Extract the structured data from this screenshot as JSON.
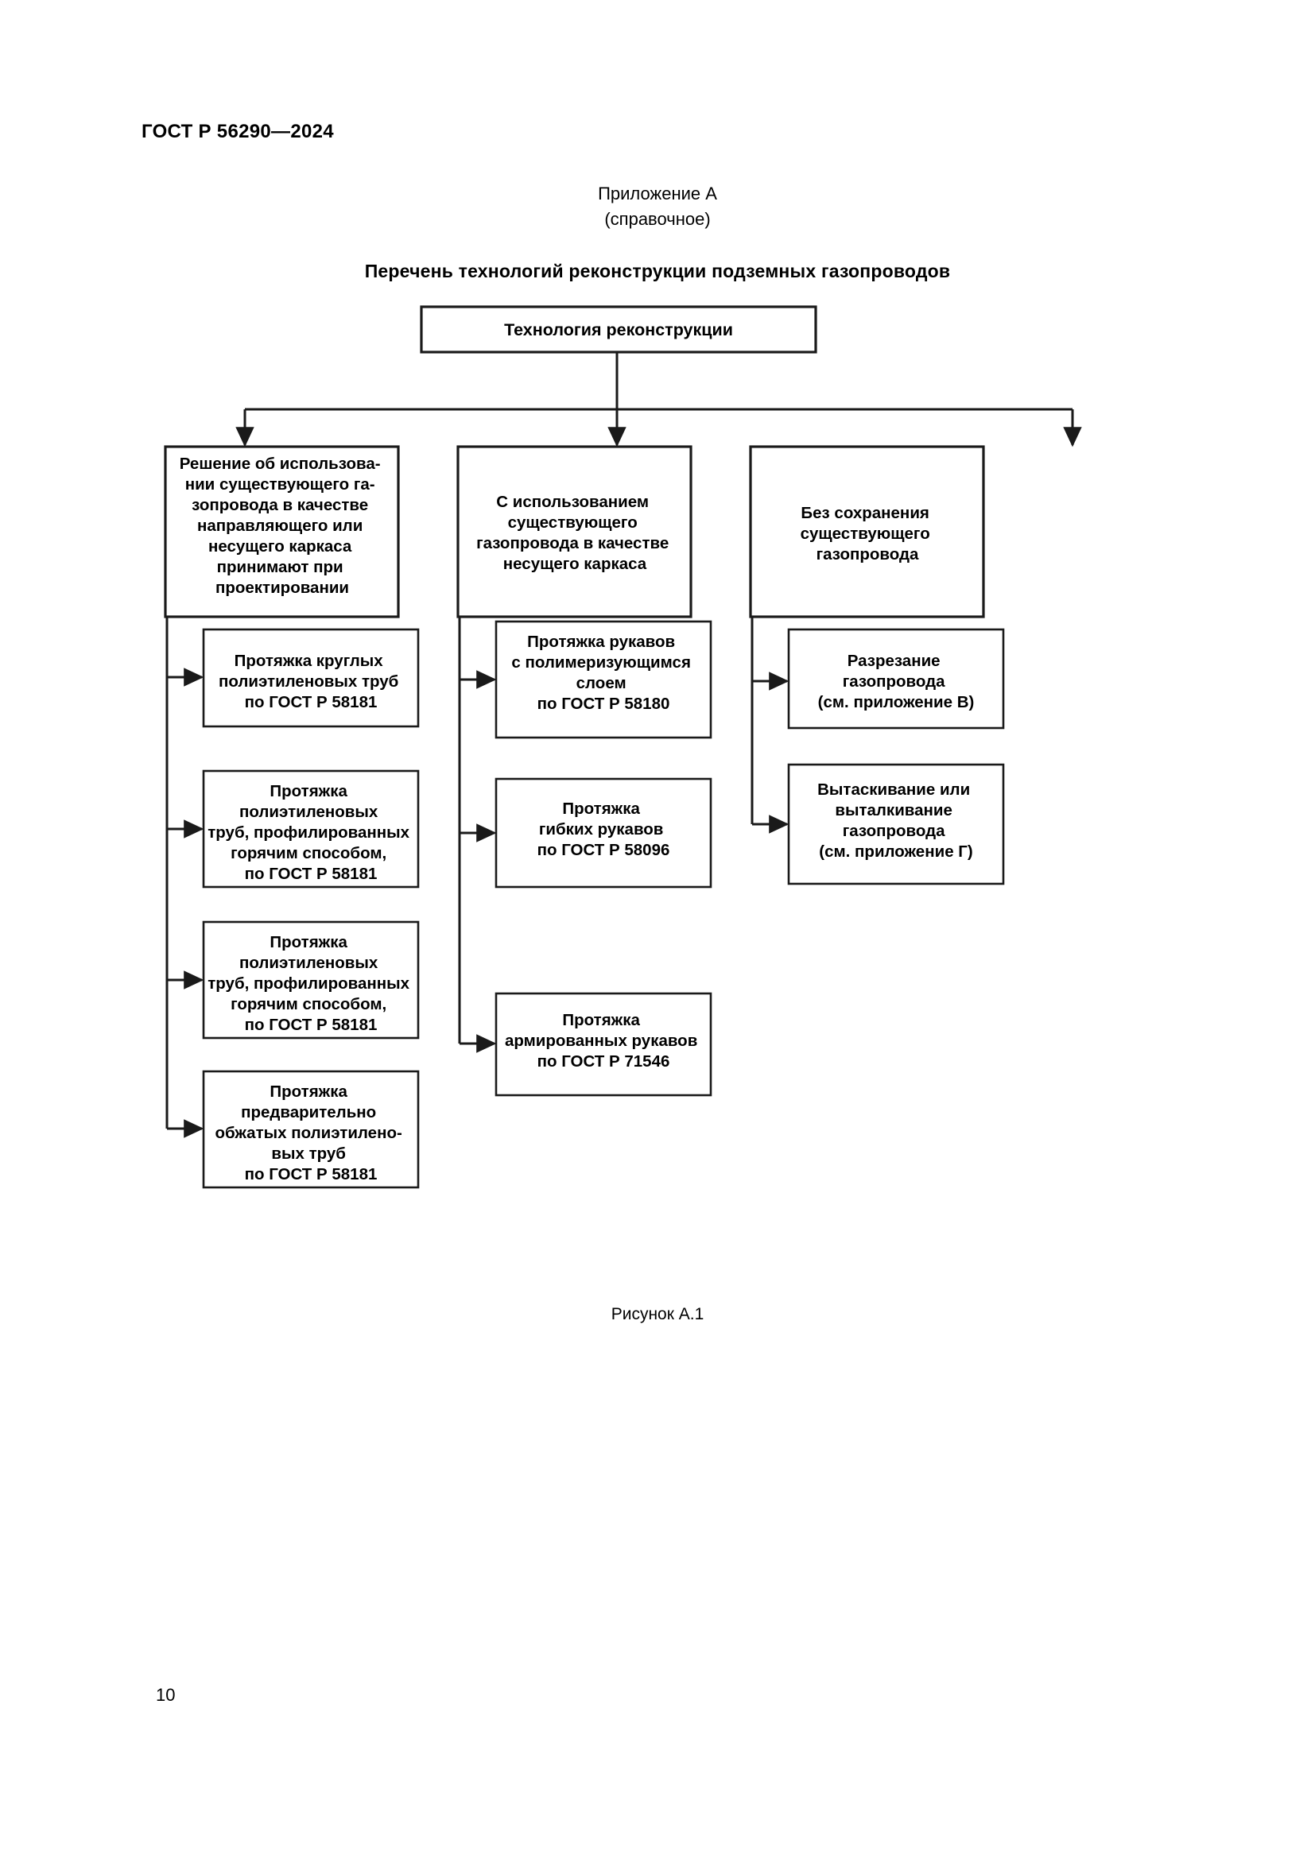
{
  "document": {
    "header": "ГОСТ Р 56290—2024",
    "page_number": "10"
  },
  "appendix": {
    "label": "Приложение А",
    "kind": "(справочное)",
    "title": "Перечень технологий реконструкции подземных газопроводов"
  },
  "figure": {
    "caption": "Рисунок А.1"
  },
  "colors": {
    "ink": "#1a1a1a",
    "paper": "#ffffff"
  },
  "chart_data": {
    "type": "diagram",
    "title": "Перечень технологий реконструкции подземных газопроводов",
    "root": {
      "id": "root",
      "text": "Технология реконструкции"
    },
    "branches": [
      {
        "id": "branch-1",
        "lines": [
          "Решение об использова-",
          "нии существующего га-",
          "зопровода в качестве",
          "направляющего или",
          "несущего каркаса",
          "принимают при",
          "проектировании"
        ],
        "leaves": [
          {
            "id": "leaf-1-1",
            "lines": [
              "Протяжка круглых",
              "полиэтиленовых труб",
              "по ГОСТ Р 58181"
            ]
          },
          {
            "id": "leaf-1-2",
            "lines": [
              "Протяжка",
              "полиэтиленовых",
              "труб, профилированных",
              "горячим способом,",
              "по ГОСТ Р 58181"
            ]
          },
          {
            "id": "leaf-1-3",
            "lines": [
              "Протяжка",
              "полиэтиленовых",
              "труб, профилированных",
              "горячим способом,",
              "по ГОСТ Р 58181"
            ]
          },
          {
            "id": "leaf-1-4",
            "lines": [
              "Протяжка",
              "предварительно",
              "обжатых полиэтилено-",
              "вых труб",
              "по ГОСТ Р 58181"
            ]
          }
        ]
      },
      {
        "id": "branch-2",
        "lines": [
          "С использованием",
          "существующего",
          "газопровода в качестве",
          "несущего каркаса"
        ],
        "leaves": [
          {
            "id": "leaf-2-1",
            "lines": [
              "Протяжка рукавов",
              "с полимеризующимся",
              "слоем",
              "по ГОСТ Р 58180"
            ]
          },
          {
            "id": "leaf-2-2",
            "lines": [
              "Протяжка",
              "гибких рукавов",
              "по ГОСТ Р 58096"
            ]
          },
          {
            "id": "leaf-2-3",
            "lines": [
              "Протяжка",
              "армированных рукавов",
              "по ГОСТ Р 71546"
            ]
          }
        ]
      },
      {
        "id": "branch-3",
        "lines": [
          "Без сохранения",
          "существующего",
          "газопровода"
        ],
        "leaves": [
          {
            "id": "leaf-3-1",
            "lines": [
              "Разрезание",
              "газопровода",
              "(см. приложение В)"
            ]
          },
          {
            "id": "leaf-3-2",
            "lines": [
              "Вытаскивание или",
              "выталкивание",
              "газопровода",
              "(см. приложение Г)"
            ]
          }
        ]
      }
    ]
  }
}
